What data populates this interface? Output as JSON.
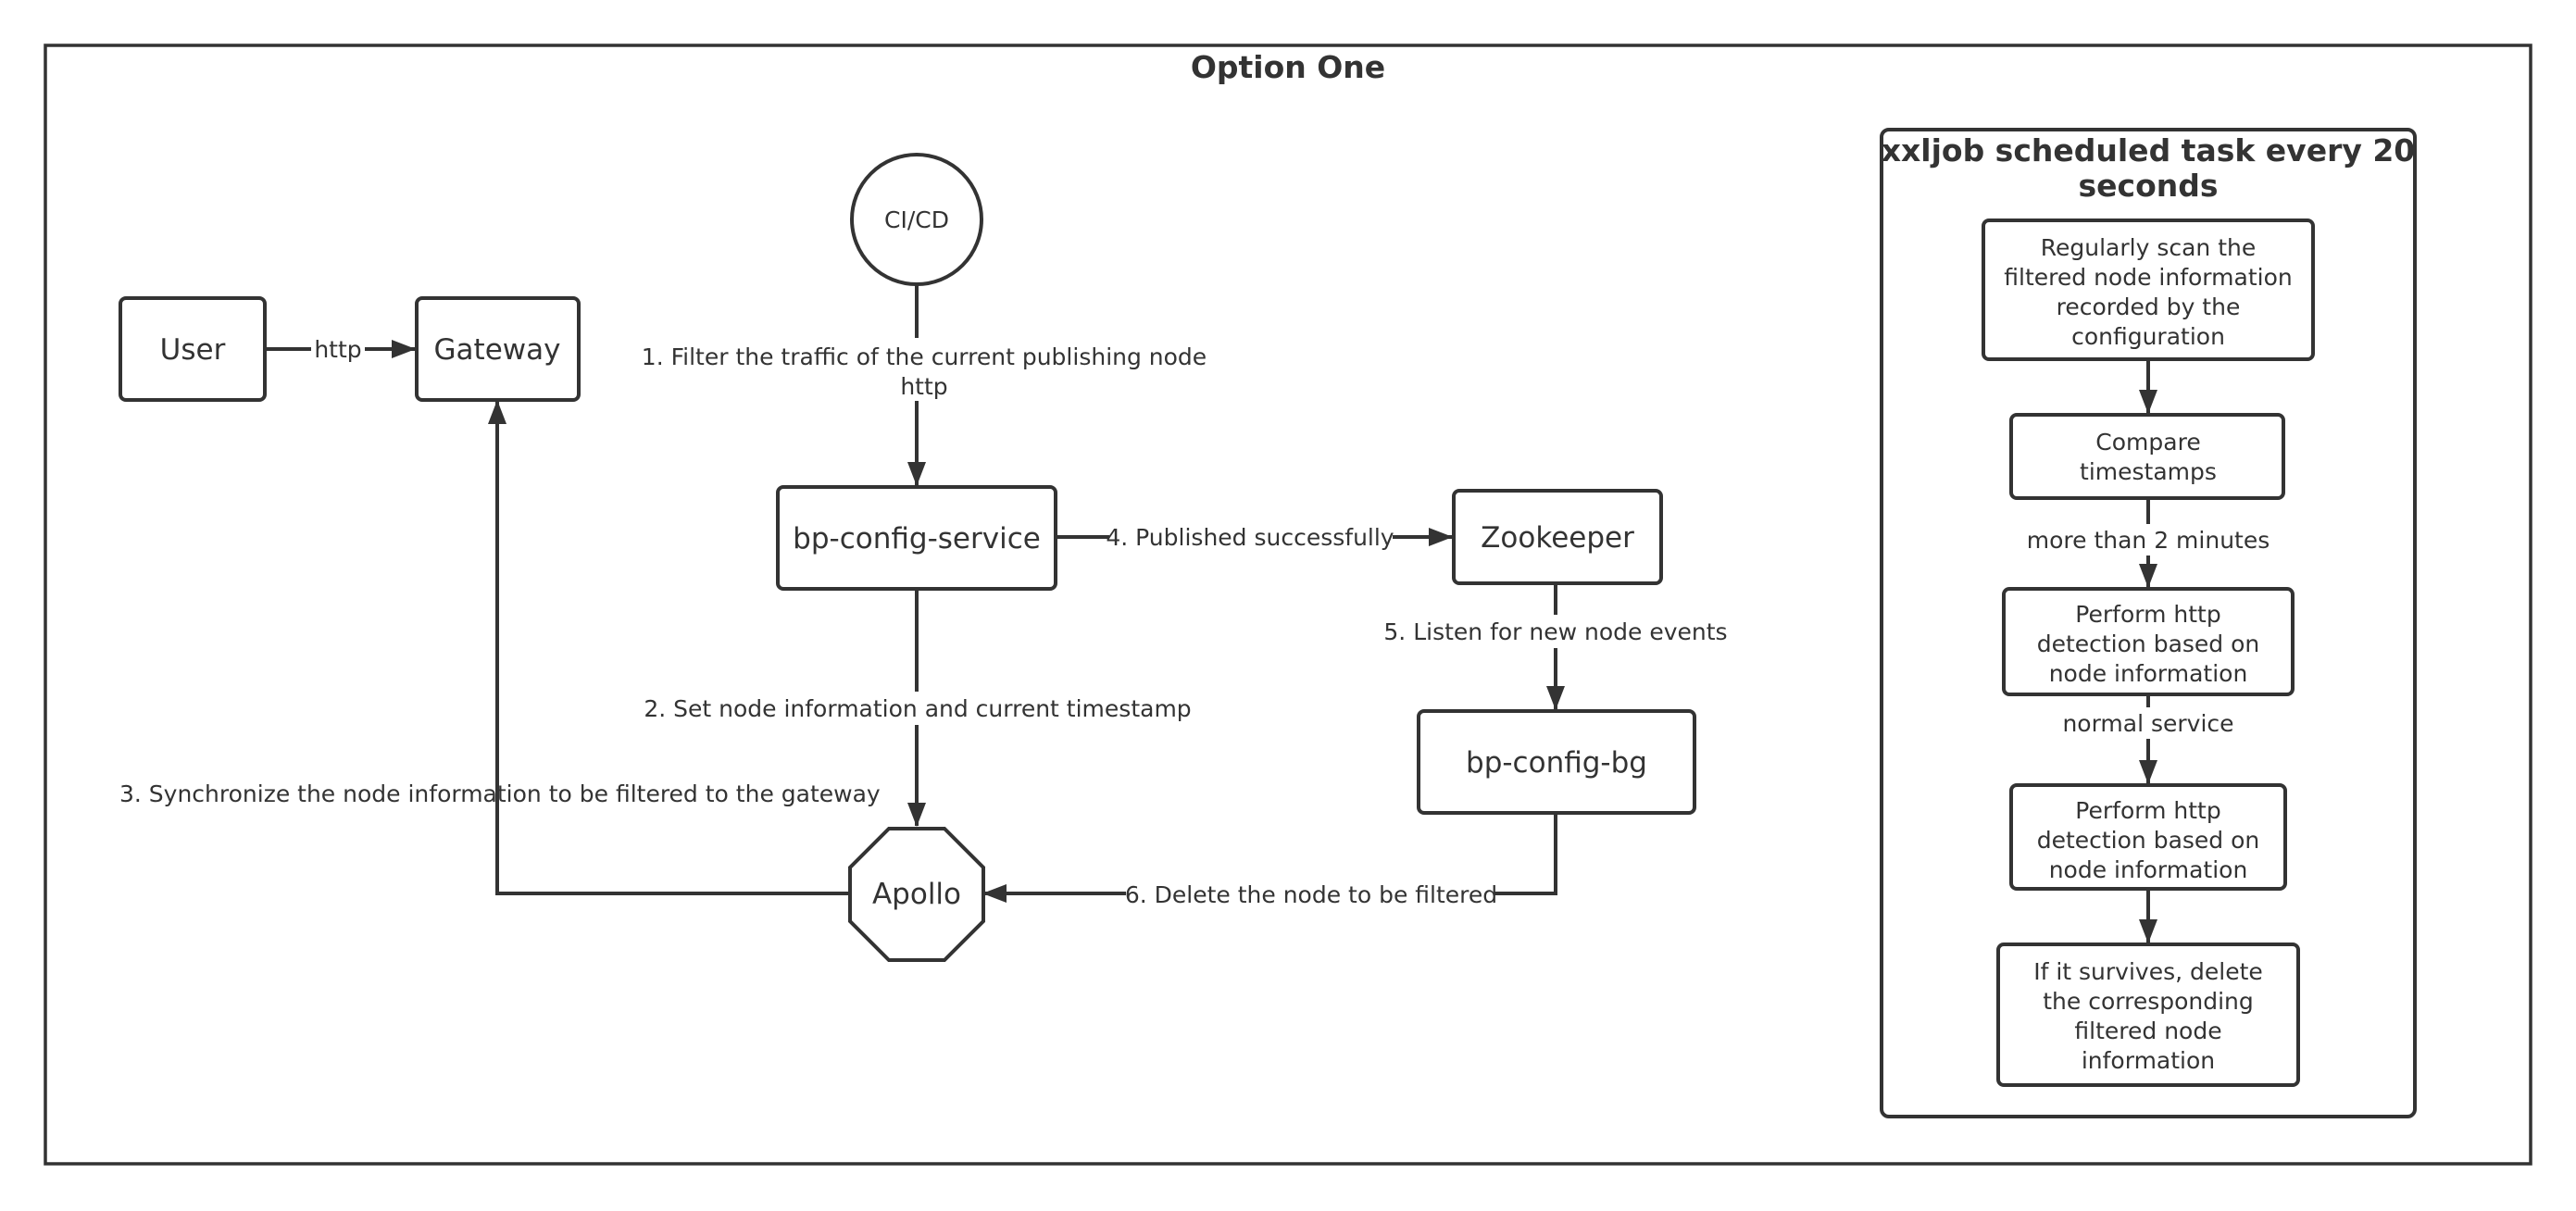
{
  "diagram": {
    "title": "Option One",
    "nodes": {
      "user": "User",
      "gateway": "Gateway",
      "cicd": "CI/CD",
      "bp_config_service": "bp-config-service",
      "zookeeper": "Zookeeper",
      "bp_config_bg": "bp-config-bg",
      "apollo": "Apollo"
    },
    "edges": {
      "user_gateway": "http",
      "cicd_service": [
        "1. Filter the traffic of the current publishing node",
        "http"
      ],
      "service_zookeeper": "4. Published successfully",
      "service_apollo": "2. Set node information and current timestamp",
      "apollo_gateway": "3. Synchronize the node information to be filtered to the gateway",
      "zookeeper_bg": "5. Listen for new node events",
      "bg_apollo": "6. Delete the node to be filtered"
    },
    "panel": {
      "title": [
        "xxljob scheduled task every 20",
        "seconds"
      ],
      "steps": [
        [
          "Regularly scan the",
          "filtered node information",
          "recorded by the",
          "configuration"
        ],
        [
          "Compare",
          "timestamps"
        ],
        [
          "Perform http",
          "detection based on",
          "node information"
        ],
        [
          "Perform http",
          "detection based on",
          "node information"
        ],
        [
          "If it survives, delete",
          "the corresponding",
          "filtered node",
          "information"
        ]
      ],
      "edge_labels": [
        "more than 2 minutes",
        "normal service"
      ]
    }
  }
}
